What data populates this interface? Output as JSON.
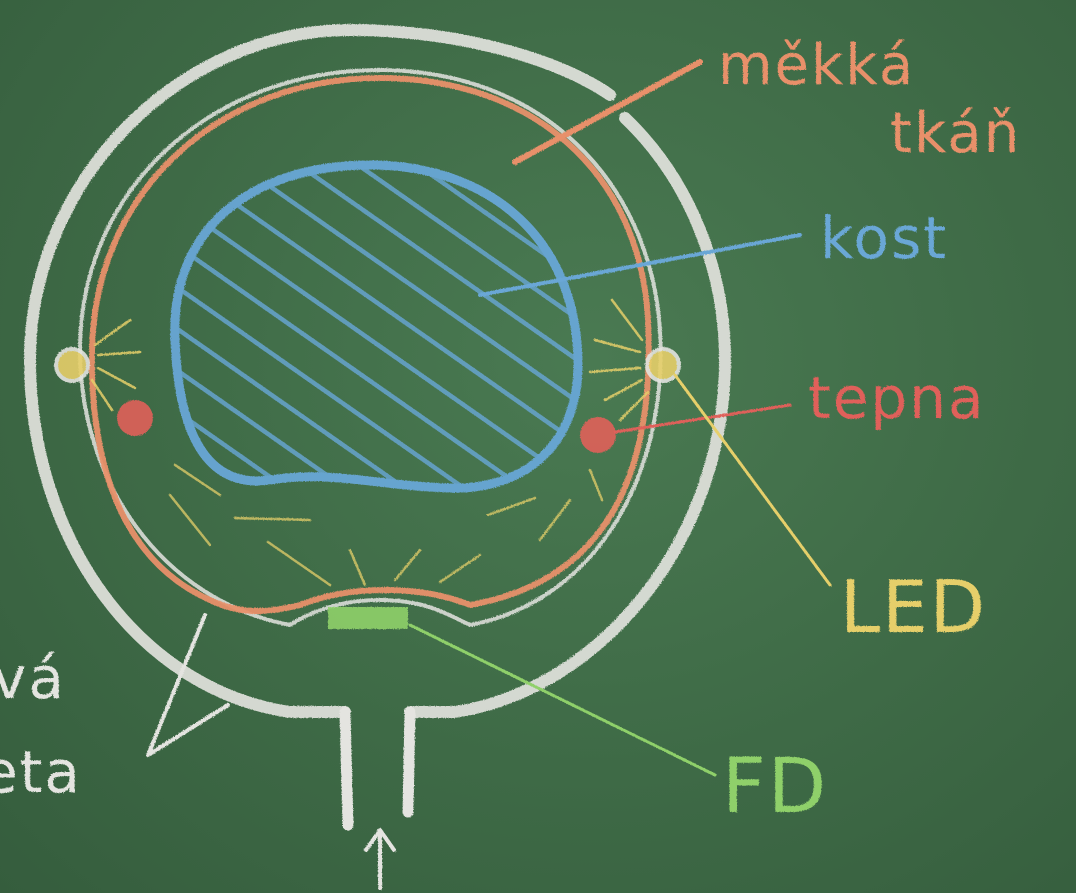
{
  "labels": {
    "soft_tissue_line1": "měkká",
    "soft_tissue_line2": "tkáň",
    "bone": "kost",
    "artery": "tepna",
    "led": "LED",
    "photodiode": "FD",
    "partial_left_line1": "vá",
    "partial_left_line2": "eta"
  },
  "colors": {
    "board": "#3f6b46",
    "soft_tissue": "#e8906a",
    "bone": "#6aa7d6",
    "artery": "#e0605a",
    "led": "#e6cf6a",
    "photodiode": "#8fd06a",
    "chalk_white": "#e4e4e0"
  }
}
